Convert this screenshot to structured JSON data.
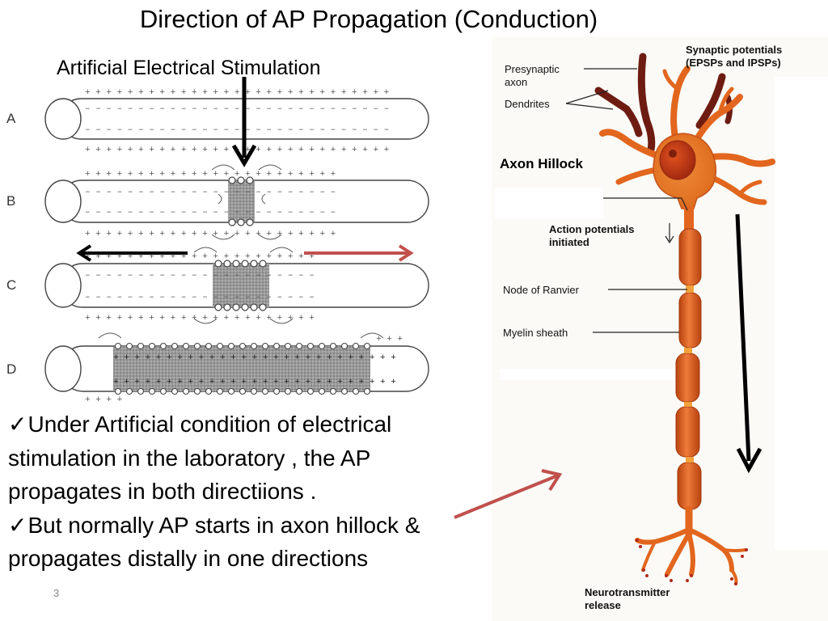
{
  "slide": {
    "title": "Direction of AP Propagation (Conduction)",
    "subtitle": "Artificial Electrical Stimulation",
    "page_number": "3",
    "bullets": [
      {
        "check": "✓",
        "text": "Under Artificial condition of electrical stimulation in the laboratory  , the AP propagates  in both directiions ."
      },
      {
        "check": "✓",
        "text": "But normally  AP starts  in axon hillock & propagates distally in one directions"
      }
    ]
  },
  "axon_diagram": {
    "row_labels": [
      "A",
      "B",
      "C",
      "D"
    ]
  },
  "neuron_diagram": {
    "labels": {
      "synaptic_potentials_1": "Synaptic potentials",
      "synaptic_potentials_2": "(EPSPs and IPSPs)",
      "presynaptic_axon_1": "Presynaptic",
      "presynaptic_axon_2": "axon",
      "dendrites": "Dendrites",
      "axon_hillock": "Axon Hillock",
      "action_potentials_1": "Action potentials",
      "action_potentials_2": "initiated",
      "node_of_ranvier": "Node of Ranvier",
      "myelin_sheath": "Myelin sheath",
      "neurotransmitter_1": "Neurotransmitter",
      "neurotransmitter_2": "release"
    }
  },
  "colors": {
    "neuron_orange": "#e2661e",
    "neuron_dark": "#b8430f",
    "red_arrow": "#c0504d",
    "black": "#000000"
  }
}
